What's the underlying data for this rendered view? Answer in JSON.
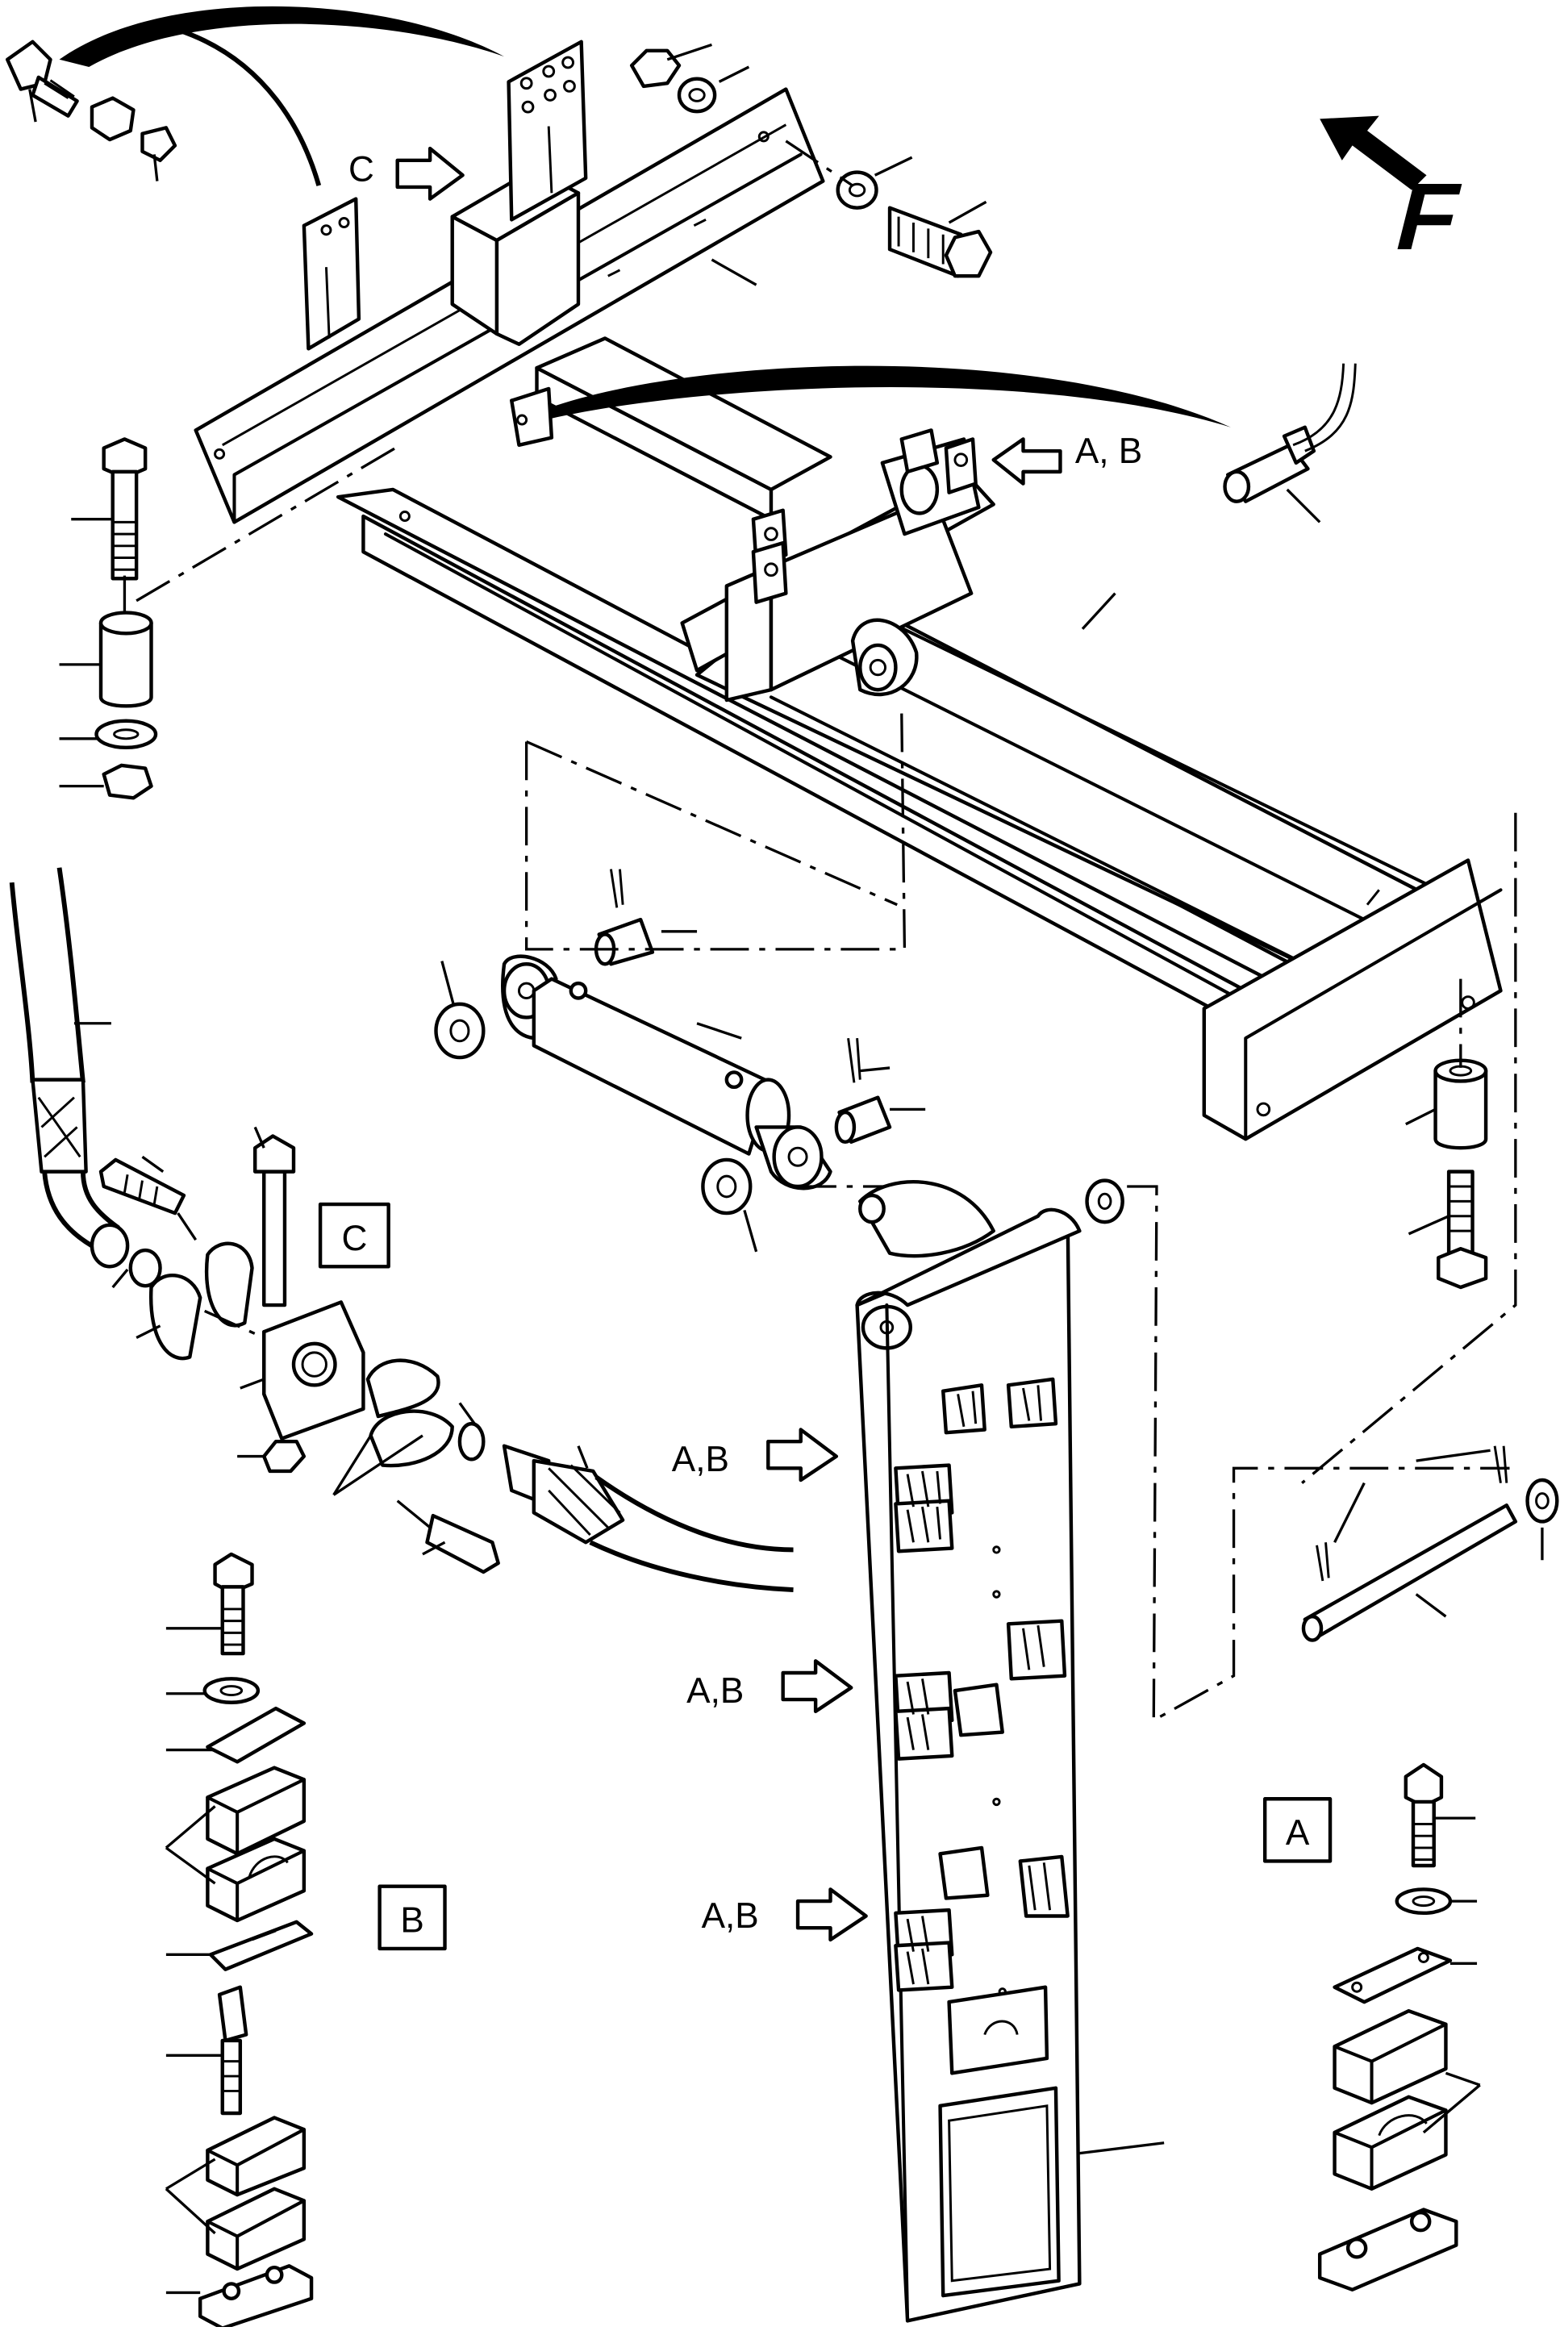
{
  "diagram": {
    "view_labels": {
      "top_c": "C",
      "top_ab": "A, B",
      "ab_1": "A,B",
      "ab_2": "A,B",
      "ab_3": "A,B",
      "direction": "F"
    },
    "boxed_labels": {
      "detail_c": "C",
      "detail_b": "B",
      "detail_a": "A"
    }
  }
}
